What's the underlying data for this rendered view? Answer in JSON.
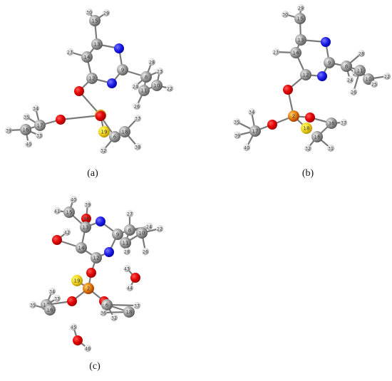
{
  "colors": {
    "C": "#9a9a9a",
    "H": "#dcdcdc",
    "N": "#1d1de6",
    "O": "#e00000",
    "P": "#e07a10",
    "S": "#f2d21a",
    "bond": "#7a7a7a",
    "label": "#333333"
  },
  "panels": [
    {
      "caption": "(a)",
      "atoms": [
        {
          "el": "H",
          "label": "30"
        },
        {
          "el": "H",
          "label": "29"
        },
        {
          "el": "C",
          "label": "15"
        },
        {
          "el": "H",
          "label": "27"
        },
        {
          "el": "C",
          "label": "13"
        },
        {
          "el": "C",
          "label": "14"
        },
        {
          "el": "N",
          "label": ""
        },
        {
          "el": "C",
          "label": "12"
        },
        {
          "el": "C",
          "label": "9"
        },
        {
          "el": "N",
          "label": ""
        },
        {
          "el": "O",
          "label": ""
        },
        {
          "el": "C",
          "label": "8"
        },
        {
          "el": "H",
          "label": "28"
        },
        {
          "el": "H",
          "label": "23"
        },
        {
          "el": "H",
          "label": "24"
        },
        {
          "el": "C",
          "label": "11"
        },
        {
          "el": "C",
          "label": "10"
        },
        {
          "el": "H",
          "label": "22"
        },
        {
          "el": "H",
          "label": "26"
        },
        {
          "el": "P",
          "label": "2"
        },
        {
          "el": "O",
          "label": ""
        },
        {
          "el": "O",
          "label": ""
        },
        {
          "el": "S",
          "label": "19"
        },
        {
          "el": "H",
          "label": "34"
        },
        {
          "el": "H",
          "label": "35"
        },
        {
          "el": "C",
          "label": "17"
        },
        {
          "el": "C",
          "label": "16"
        },
        {
          "el": "H",
          "label": "39"
        },
        {
          "el": "H",
          "label": "33"
        },
        {
          "el": "H",
          "label": "40"
        },
        {
          "el": "C",
          "label": "18"
        },
        {
          "el": "C",
          "label": "6"
        },
        {
          "el": "H",
          "label": "37"
        },
        {
          "el": "H",
          "label": "32"
        },
        {
          "el": "H",
          "label": "38"
        }
      ]
    },
    {
      "caption": "(b)",
      "atoms": [
        {
          "el": "H",
          "label": "29"
        },
        {
          "el": "H",
          "label": "30"
        },
        {
          "el": "C",
          "label": "15"
        },
        {
          "el": "H",
          "label": "27"
        },
        {
          "el": "C",
          "label": "13"
        },
        {
          "el": "C",
          "label": "14"
        },
        {
          "el": "N",
          "label": ""
        },
        {
          "el": "C",
          "label": "12"
        },
        {
          "el": "C",
          "label": "9"
        },
        {
          "el": "N",
          "label": ""
        },
        {
          "el": "O",
          "label": ""
        },
        {
          "el": "C",
          "label": "8"
        },
        {
          "el": "H",
          "label": "28"
        },
        {
          "el": "H",
          "label": "23"
        },
        {
          "el": "H",
          "label": "24"
        },
        {
          "el": "C",
          "label": "11"
        },
        {
          "el": "C",
          "label": "10"
        },
        {
          "el": "H",
          "label": "22"
        },
        {
          "el": "H",
          "label": "25"
        },
        {
          "el": "H",
          "label": "26"
        },
        {
          "el": "P",
          "label": "2"
        },
        {
          "el": "O",
          "label": ""
        },
        {
          "el": "O",
          "label": ""
        },
        {
          "el": "S",
          "label": "18"
        },
        {
          "el": "H",
          "label": "34"
        },
        {
          "el": "H",
          "label": "35"
        },
        {
          "el": "C",
          "label": "17"
        },
        {
          "el": "H",
          "label": "39"
        },
        {
          "el": "H",
          "label": "40"
        },
        {
          "el": "C",
          "label": "36"
        },
        {
          "el": "C",
          "label": "16"
        },
        {
          "el": "H",
          "label": "37"
        },
        {
          "el": "H",
          "label": "32"
        },
        {
          "el": "H",
          "label": "31"
        }
      ]
    },
    {
      "caption": "(c)",
      "atoms": [
        {
          "el": "H",
          "label": "40"
        },
        {
          "el": "H",
          "label": "41"
        },
        {
          "el": "C",
          "label": "15"
        },
        {
          "el": "O",
          "label": "38"
        },
        {
          "el": "N",
          "label": ""
        },
        {
          "el": "H",
          "label": "39"
        },
        {
          "el": "C",
          "label": "13"
        },
        {
          "el": "C",
          "label": "9"
        },
        {
          "el": "C",
          "label": "8"
        },
        {
          "el": "H",
          "label": "27"
        },
        {
          "el": "H",
          "label": "23"
        },
        {
          "el": "H",
          "label": "24"
        },
        {
          "el": "C",
          "label": "11"
        },
        {
          "el": "C",
          "label": "10"
        },
        {
          "el": "H",
          "label": "22"
        },
        {
          "el": "H",
          "label": "28"
        },
        {
          "el": "H",
          "label": "26"
        },
        {
          "el": "O",
          "label": ""
        },
        {
          "el": "H",
          "label": "42"
        },
        {
          "el": "C",
          "label": "14"
        },
        {
          "el": "N",
          "label": ""
        },
        {
          "el": "C",
          "label": "12"
        },
        {
          "el": "O",
          "label": ""
        },
        {
          "el": "H",
          "label": "43"
        },
        {
          "el": "O",
          "label": ""
        },
        {
          "el": "H",
          "label": "44"
        },
        {
          "el": "S",
          "label": "19"
        },
        {
          "el": "P",
          "label": "2"
        },
        {
          "el": "O",
          "label": ""
        },
        {
          "el": "O",
          "label": ""
        },
        {
          "el": "H",
          "label": "34"
        },
        {
          "el": "C",
          "label": "17"
        },
        {
          "el": "H",
          "label": "33"
        },
        {
          "el": "C",
          "label": "16"
        },
        {
          "el": "H",
          "label": "35"
        },
        {
          "el": "H",
          "label": "37"
        },
        {
          "el": "C",
          "label": "18"
        },
        {
          "el": "C",
          "label": "6"
        },
        {
          "el": "H",
          "label": "32"
        },
        {
          "el": "H",
          "label": "36"
        },
        {
          "el": "H",
          "label": "45"
        },
        {
          "el": "O",
          "label": ""
        },
        {
          "el": "H",
          "label": "46"
        }
      ]
    }
  ]
}
